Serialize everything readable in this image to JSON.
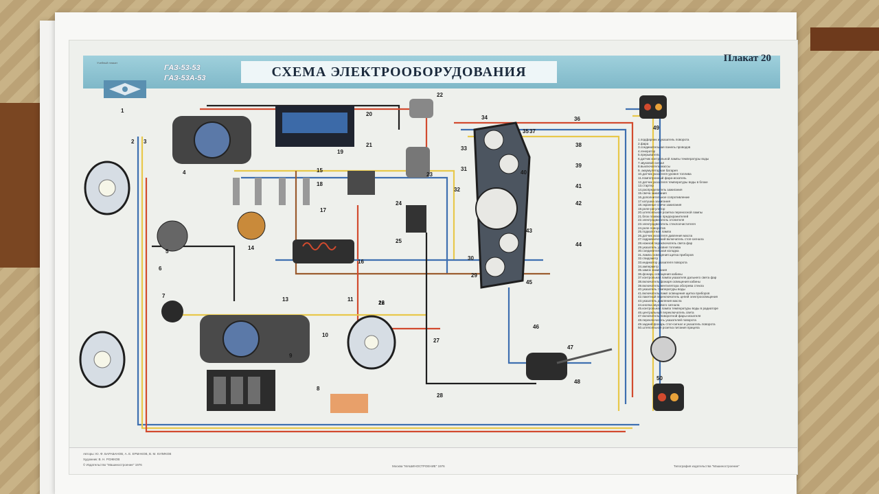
{
  "poster": {
    "title": "СХЕМА ЭЛЕКТРООБОРУДОВАНИЯ",
    "poster_number": "Плакат 20",
    "model_line1": "ГАЗ-53-53",
    "model_line2": "ГАЗ-53А-53",
    "tiny_header": "Учебный плакат"
  },
  "component_numbers": [
    "1",
    "2",
    "3",
    "4",
    "5",
    "6",
    "7",
    "8",
    "9",
    "10",
    "11",
    "12",
    "13",
    "14",
    "15",
    "16",
    "17",
    "18",
    "19",
    "20",
    "21",
    "22",
    "23",
    "24",
    "25",
    "26",
    "27",
    "28",
    "29",
    "30",
    "31",
    "32",
    "33",
    "34",
    "35",
    "36",
    "37",
    "38",
    "39",
    "40",
    "41",
    "42",
    "43",
    "44",
    "45",
    "46",
    "47",
    "48",
    "49",
    "50"
  ],
  "legend": [
    "1.подфарник и указатель поворота",
    "2.фара",
    "3.соединительная панель проводов",
    "4.генератор",
    "5.прерыватель",
    "6.датчик контрольной лампы температуры воды",
    "7.звуковой сигнал",
    "8.выключатель массы",
    "9. аккумуляторная батарея",
    "10.датчик указателя уровня топлива",
    "11.помпотронный фара-искатель",
    "12.датчик указателя температуры воды в блоке",
    "13.стартер",
    "14.распределитель зажигания",
    "15.свеча зажигания",
    "16.дополнительное сопротивление",
    "17.катушка зажигания",
    "18.экранные свечи зажигания",
    "19.реле-регулятор",
    "20.штепсельная розетка переносной лампы",
    "21.блок плавких предохранителей",
    "22.электродвигатель отопителя",
    "23.электродвигатель стеклоочистителя",
    "24.реле поворотов",
    "25.подкапотная лампа",
    "26.датчик указателя давления масла",
    "27.гидравлический включатель стоп-сигнала",
    "28.ножной переключатель света фар",
    "29.указатель уровня топлива",
    "30.соединительная колодка",
    "31.лампа освещения щитка приборов",
    "32.спидометр",
    "33.индикатор указателя поворота",
    "34.амперметр",
    "35.замок зажигания",
    "36.фонарь освещения кабины",
    "37.контрольная лампа указателя дальнего света фар",
    "38.включатель фонаря освещения кабины",
    "39.включатель вентилятора обогрева стекла",
    "40.указатель температуры воды",
    "41.включатель ламп освещения щитка приборов",
    "42.пакетный переключатель цепей электроосвещения",
    "43.указатель давления масла",
    "44.кнопка звукового сигнала",
    "45.контрольная лампа температуры воды в радиаторе",
    "46.центральный переключатель света",
    "47.включатель поворотной фары-искателя",
    "48.переключатель указателей поворота",
    "49.задний фонарь стоп-сигнал и указатель поворота",
    "50.штепсельная розетка питания прицепа"
  ],
  "footer": {
    "authors": "Авторы: Ю. Ф. БАРАБАНОВ, А. Е. ЕРМАКОВ, В. М. КУЛИКОВ",
    "artist": "Художник: В. Н. РОЖКОВ",
    "publisher": "© Издательство \"Машиностроение\" 1976",
    "city": "Москва \"МАШИНОСТРОЕНИЕ\" 1976",
    "edition": "Типография издательства \"Машиностроение\""
  },
  "colors": {
    "wire_red": "#d24a2e",
    "wire_blue": "#3d6fb0",
    "wire_yellow": "#e8c84a",
    "wire_black": "#1e1e1e",
    "wire_brown": "#9a5b2e",
    "title_band": "#8cc4d2"
  }
}
